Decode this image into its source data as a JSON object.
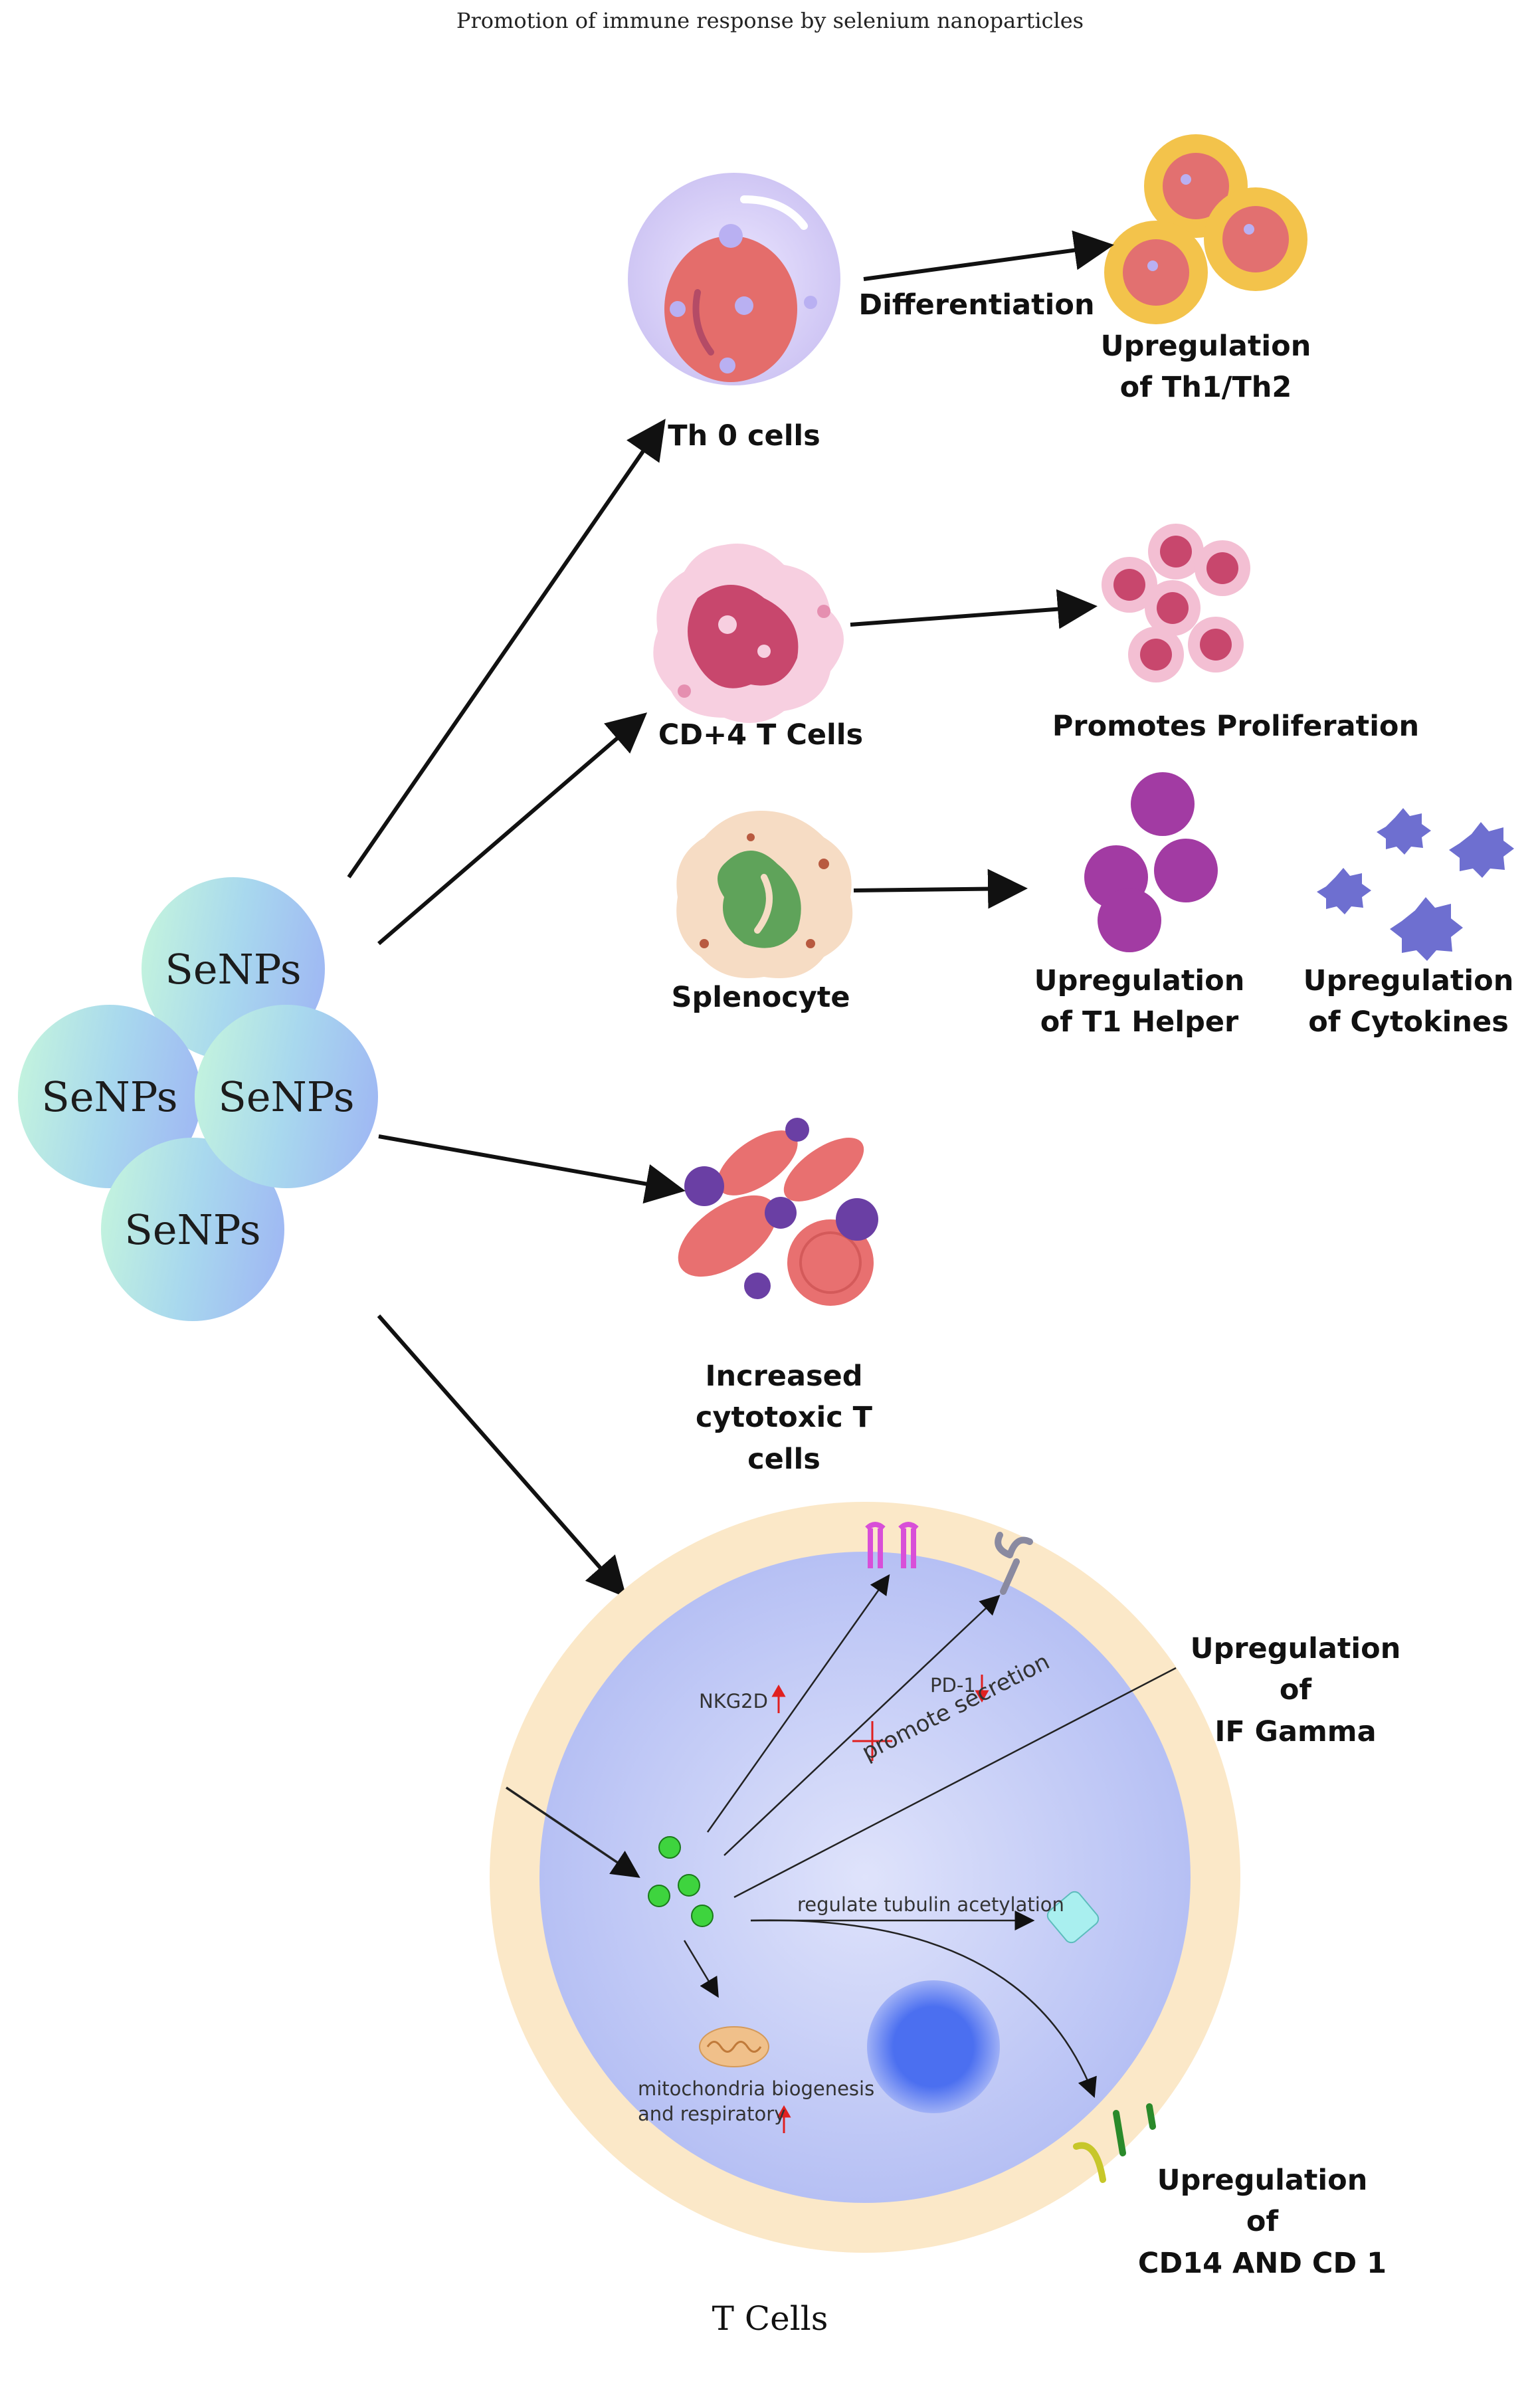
{
  "title": "Promotion of immune response by selenium nanoparticles",
  "senps": [
    "SeNPs",
    "SeNPs",
    "SeNPs",
    "SeNPs"
  ],
  "cells": {
    "th0": "Th 0 cells",
    "cd4": "CD+4 T Cells",
    "splenocyte": "Splenocyte",
    "cytotoxic": "Increased\ncytotoxic T\ncells"
  },
  "arrows": {
    "differentiation": "Differentiation"
  },
  "outcomes": {
    "th1th2": "Upregulation\nof Th1/Th2",
    "proliferation": "Promotes Proliferation",
    "t1helper": "Upregulation\nof T1 Helper",
    "cytokines": "Upregulation\nof Cytokines",
    "ifgamma": "Upregulation\nof\nIF Gamma",
    "cd14": "Upregulation\nof\nCD14 AND CD 1"
  },
  "tcell": {
    "nkg2d": "NKG2D",
    "pd1": "PD-1",
    "promote": "promote secretion",
    "tubulin": "regulate tubulin acetylation",
    "mito": "mitochondria biogenesis\nand respiratory",
    "label": "T Cells"
  },
  "colors": {
    "arrow": "#111111",
    "cell_membrane": "#fbe8c8",
    "cell_body": "#bcc6f5",
    "up_arrow": "#e02020",
    "senps_gradient": [
      "#c6f6dc",
      "#9eb4f4"
    ]
  }
}
